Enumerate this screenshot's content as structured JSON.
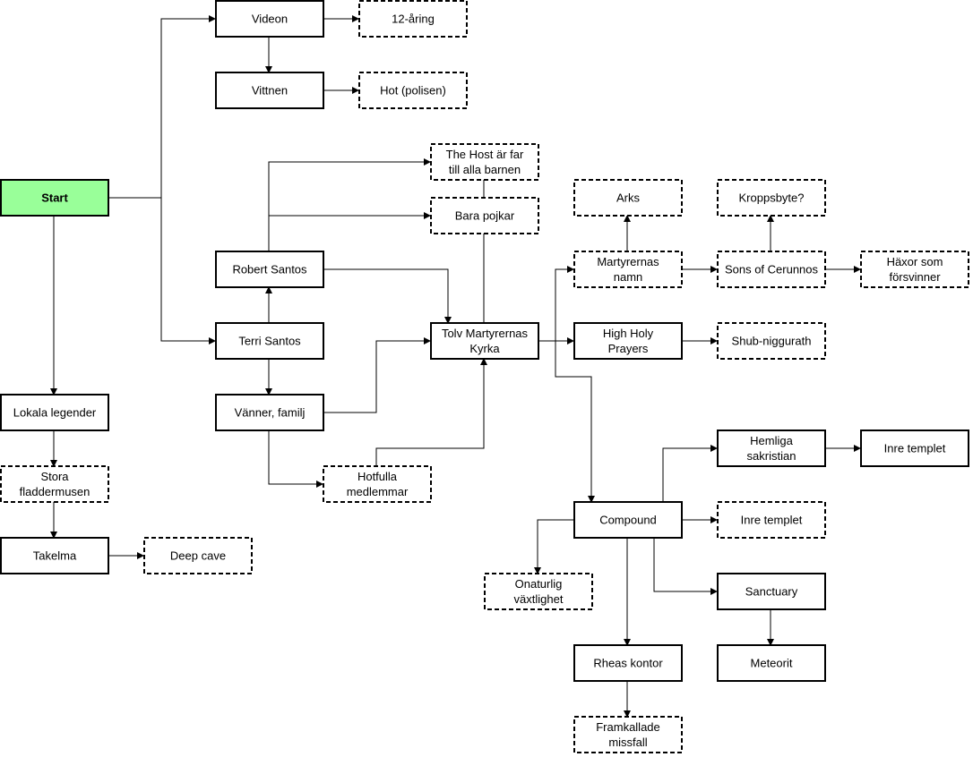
{
  "diagram": {
    "nodes": [
      {
        "id": "start",
        "lines": [
          "Start"
        ],
        "style": "start"
      },
      {
        "id": "videon",
        "lines": [
          "Videon"
        ],
        "style": "solid"
      },
      {
        "id": "12aring",
        "lines": [
          "12-åring"
        ],
        "style": "dashed"
      },
      {
        "id": "vittnen",
        "lines": [
          "Vittnen"
        ],
        "style": "solid"
      },
      {
        "id": "hot",
        "lines": [
          "Hot (polisen)"
        ],
        "style": "dashed"
      },
      {
        "id": "host",
        "lines": [
          "The Host är far",
          "till alla barnen"
        ],
        "style": "dashed"
      },
      {
        "id": "barapojkar",
        "lines": [
          "Bara pojkar"
        ],
        "style": "dashed"
      },
      {
        "id": "robert",
        "lines": [
          "Robert Santos"
        ],
        "style": "solid"
      },
      {
        "id": "terri",
        "lines": [
          "Terri Santos"
        ],
        "style": "solid"
      },
      {
        "id": "vanner",
        "lines": [
          "Vänner, familj"
        ],
        "style": "solid"
      },
      {
        "id": "hotfulla",
        "lines": [
          "Hotfulla",
          "medlemmar"
        ],
        "style": "dashed"
      },
      {
        "id": "tolv",
        "lines": [
          "Tolv Martyrernas",
          "Kyrka"
        ],
        "style": "solid"
      },
      {
        "id": "arks",
        "lines": [
          "Arks"
        ],
        "style": "dashed"
      },
      {
        "id": "kroppsbyte",
        "lines": [
          "Kroppsbyte?"
        ],
        "style": "dashed"
      },
      {
        "id": "martyrernas",
        "lines": [
          "Martyrernas",
          "namn"
        ],
        "style": "dashed"
      },
      {
        "id": "sons",
        "lines": [
          "Sons of Cerunnos"
        ],
        "style": "dashed"
      },
      {
        "id": "haxor",
        "lines": [
          "Häxor som",
          "försvinner"
        ],
        "style": "dashed"
      },
      {
        "id": "highholy",
        "lines": [
          "High Holy",
          "Prayers"
        ],
        "style": "solid"
      },
      {
        "id": "shub",
        "lines": [
          "Shub-niggurath"
        ],
        "style": "dashed"
      },
      {
        "id": "hemliga",
        "lines": [
          "Hemliga",
          "sakristian"
        ],
        "style": "solid"
      },
      {
        "id": "inretemplet1",
        "lines": [
          "Inre templet"
        ],
        "style": "solid"
      },
      {
        "id": "compound",
        "lines": [
          "Compound"
        ],
        "style": "solid"
      },
      {
        "id": "inretemplet2",
        "lines": [
          "Inre templet"
        ],
        "style": "dashed"
      },
      {
        "id": "onaturlig",
        "lines": [
          "Onaturlig",
          "växtlighet"
        ],
        "style": "dashed"
      },
      {
        "id": "sanctuary",
        "lines": [
          "Sanctuary"
        ],
        "style": "solid"
      },
      {
        "id": "rheas",
        "lines": [
          "Rheas kontor"
        ],
        "style": "solid"
      },
      {
        "id": "meteorit",
        "lines": [
          "Meteorit"
        ],
        "style": "solid"
      },
      {
        "id": "framkallade",
        "lines": [
          "Framkallade",
          "missfall"
        ],
        "style": "dashed"
      },
      {
        "id": "lokala",
        "lines": [
          "Lokala legender"
        ],
        "style": "solid"
      },
      {
        "id": "stora",
        "lines": [
          "Stora",
          "fladdermusen"
        ],
        "style": "dashed"
      },
      {
        "id": "takelma",
        "lines": [
          "Takelma"
        ],
        "style": "solid"
      },
      {
        "id": "deepcave",
        "lines": [
          "Deep cave"
        ],
        "style": "dashed"
      }
    ],
    "edges": [
      {
        "from": "start",
        "to": "videon",
        "arrow": true
      },
      {
        "from": "start",
        "to": "terri",
        "arrow": true
      },
      {
        "from": "start",
        "to": "lokala",
        "arrow": true
      },
      {
        "from": "videon",
        "to": "12aring",
        "arrow": true
      },
      {
        "from": "videon",
        "to": "vittnen",
        "arrow": true
      },
      {
        "from": "vittnen",
        "to": "hot",
        "arrow": true
      },
      {
        "from": "robert",
        "to": "host",
        "arrow": true
      },
      {
        "from": "robert",
        "to": "barapojkar",
        "arrow": true
      },
      {
        "from": "robert",
        "to": "tolv",
        "arrow": true
      },
      {
        "from": "terri",
        "to": "robert",
        "arrow": true
      },
      {
        "from": "terri",
        "to": "vanner",
        "arrow": true
      },
      {
        "from": "vanner",
        "to": "tolv",
        "arrow": true
      },
      {
        "from": "vanner",
        "to": "hotfulla",
        "arrow": true
      },
      {
        "from": "hotfulla",
        "to": "tolv",
        "arrow": true
      },
      {
        "from": "host",
        "to": "barapojkar",
        "arrow": false
      },
      {
        "from": "barapojkar",
        "to": "tolv",
        "arrow": false
      },
      {
        "from": "tolv",
        "to": "highholy",
        "arrow": true
      },
      {
        "from": "tolv",
        "to": "martyrernas",
        "arrow": true
      },
      {
        "from": "tolv",
        "to": "compound",
        "arrow": true
      },
      {
        "from": "martyrernas",
        "to": "arks",
        "arrow": true
      },
      {
        "from": "martyrernas",
        "to": "sons",
        "arrow": true
      },
      {
        "from": "sons",
        "to": "kroppsbyte",
        "arrow": true
      },
      {
        "from": "sons",
        "to": "haxor",
        "arrow": true
      },
      {
        "from": "highholy",
        "to": "shub",
        "arrow": true
      },
      {
        "from": "compound",
        "to": "hemliga",
        "arrow": true
      },
      {
        "from": "hemliga",
        "to": "inretemplet1",
        "arrow": true
      },
      {
        "from": "compound",
        "to": "inretemplet2",
        "arrow": true
      },
      {
        "from": "compound",
        "to": "onaturlig",
        "arrow": true
      },
      {
        "from": "compound",
        "to": "sanctuary",
        "arrow": true
      },
      {
        "from": "compound",
        "to": "rheas",
        "arrow": true
      },
      {
        "from": "sanctuary",
        "to": "meteorit",
        "arrow": true
      },
      {
        "from": "rheas",
        "to": "framkallade",
        "arrow": true
      },
      {
        "from": "lokala",
        "to": "stora",
        "arrow": true
      },
      {
        "from": "stora",
        "to": "takelma",
        "arrow": true
      },
      {
        "from": "takelma",
        "to": "deepcave",
        "arrow": true
      }
    ]
  }
}
